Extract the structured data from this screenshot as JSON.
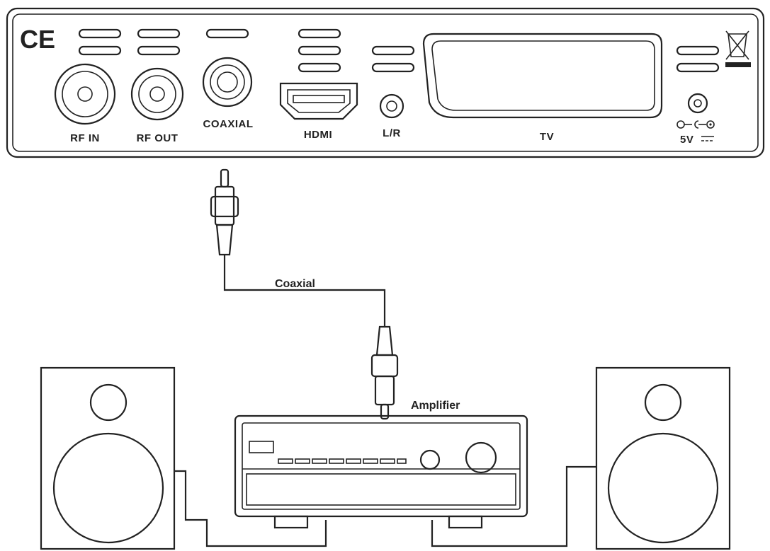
{
  "receiver": {
    "marks": {
      "ce": "CE"
    },
    "ports": {
      "rf_in": "RF  IN",
      "rf_out": "RF OUT",
      "coaxial": "COAXIAL",
      "hdmi": "HDMI",
      "lr": "L/R",
      "tv": "TV",
      "power": "5V"
    }
  },
  "cable": {
    "label": "Coaxial"
  },
  "amplifier": {
    "label": "Amplifier"
  },
  "colors": {
    "line": "#222222",
    "background": "#ffffff"
  }
}
